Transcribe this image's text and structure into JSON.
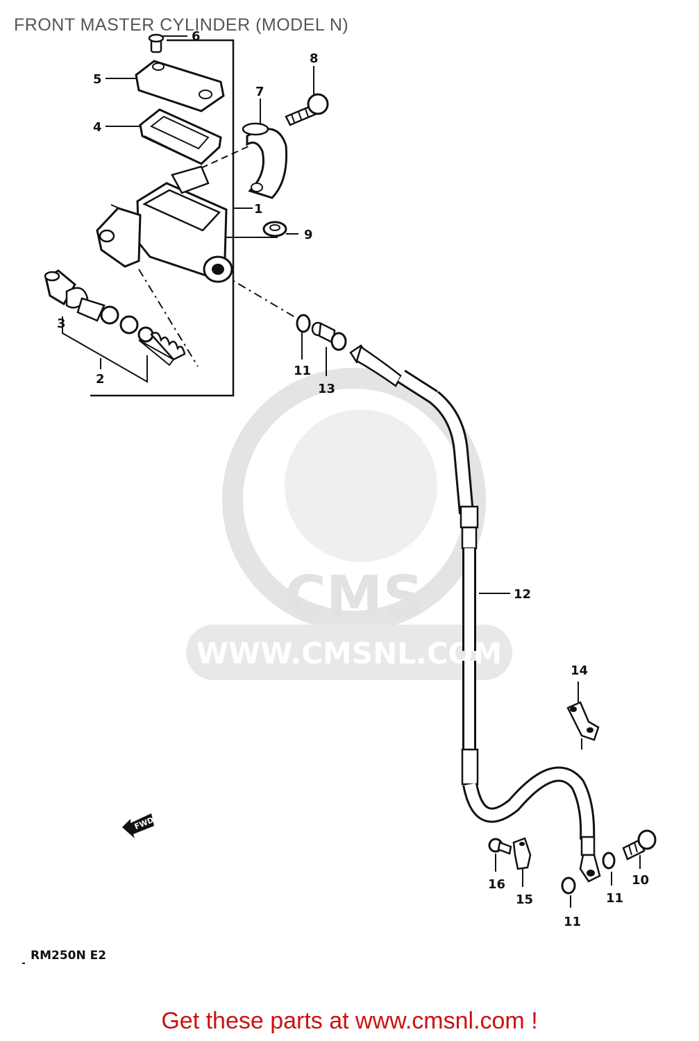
{
  "title": "FRONT MASTER CYLINDER (MODEL N)",
  "callouts": {
    "c1": "1",
    "c2": "2",
    "c3": "3",
    "c4": "4",
    "c5": "5",
    "c6": "6",
    "c7": "7",
    "c8": "8",
    "c9": "9",
    "c10": "10",
    "c11a": "11",
    "c11b": "11",
    "c11c": "11",
    "c12": "12",
    "c13": "13",
    "c14": "14",
    "c15": "15",
    "c16": "16"
  },
  "direction_label": "FWD",
  "model_code": "RM250N E2",
  "watermark": {
    "brand": "CMS",
    "url": "WWW.CMSNL.COM"
  },
  "footer": {
    "text": "Get these parts at www.cmsnl.com !",
    "color": "#cc1111"
  },
  "colors": {
    "line": "#111111",
    "watermark": "#e2e2e2"
  }
}
